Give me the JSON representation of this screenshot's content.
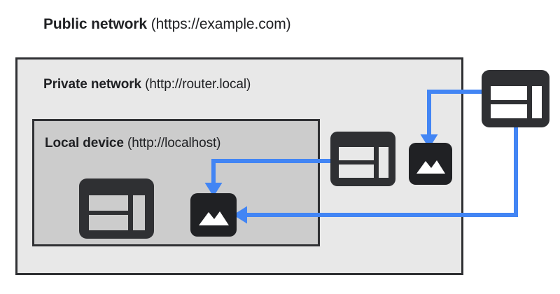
{
  "diagram": {
    "type": "network-zone-diagram",
    "colors": {
      "arrow_blue": "#4285f4",
      "icon_dark": "#2f3033",
      "private_zone_fill": "#e8e8e8",
      "local_zone_fill": "#cccccc",
      "page_background": "#ffffff",
      "text": "#202124"
    },
    "zones": [
      {
        "name": "public-network",
        "label_strong": "Public network",
        "label_plain": " (https://example.com)",
        "url": "https://example.com"
      },
      {
        "name": "private-network",
        "label_strong": "Private network",
        "label_plain": " (http://router.local)",
        "url": "http://router.local"
      },
      {
        "name": "local-device",
        "label_strong": "Local device",
        "label_plain": " (http://localhost)",
        "url": "http://localhost"
      }
    ],
    "nodes": [
      {
        "name": "browser-local",
        "icon": "browser-window-icon",
        "zone": "local-device"
      },
      {
        "name": "image-local",
        "icon": "image-photo-icon",
        "zone": "local-device"
      },
      {
        "name": "browser-private",
        "icon": "browser-window-icon",
        "zone": "private-network"
      },
      {
        "name": "image-private",
        "icon": "image-photo-icon",
        "zone": "private-network"
      },
      {
        "name": "browser-public",
        "icon": "browser-window-icon",
        "zone": "public-network"
      }
    ],
    "connectors": [
      {
        "name": "arrow-public-browser-to-private-image",
        "from": "browser-public",
        "to": "image-private",
        "direction": "down"
      },
      {
        "name": "arrow-public-browser-to-local-image",
        "from": "browser-public",
        "to": "image-local",
        "direction": "left"
      },
      {
        "name": "arrow-private-browser-to-local-image",
        "from": "browser-private",
        "to": "image-local",
        "direction": "down"
      }
    ]
  }
}
